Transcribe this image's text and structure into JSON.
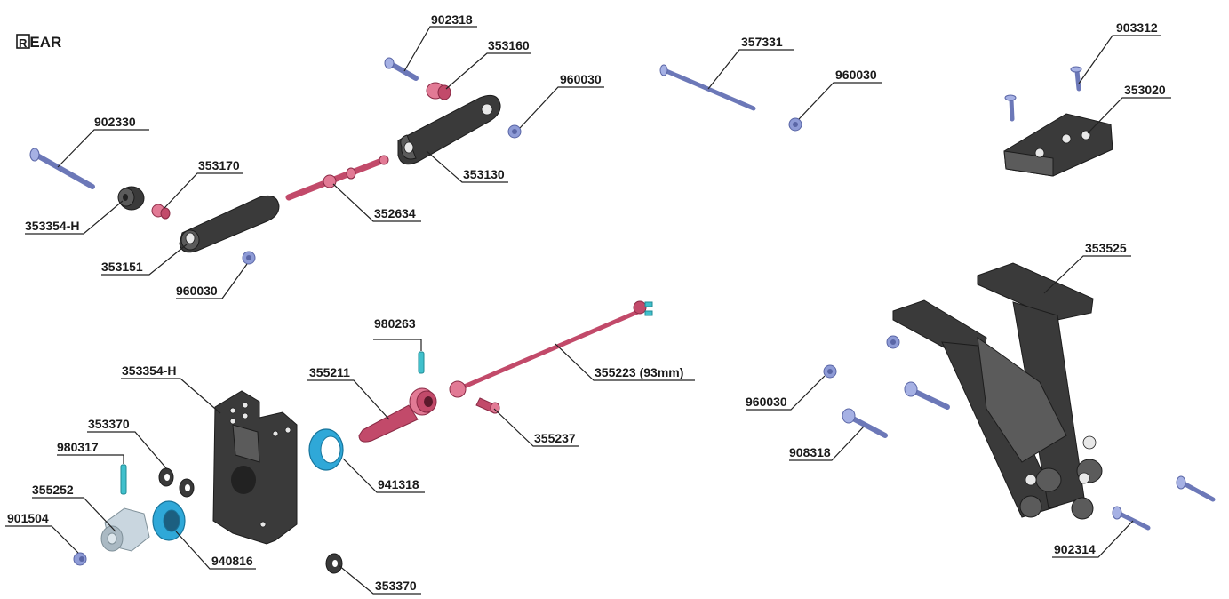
{
  "title": "REAR",
  "labels": {
    "l902318": "902318",
    "l353160": "353160",
    "l960030_a": "960030",
    "l357331": "357331",
    "l960030_b": "960030",
    "l903312": "903312",
    "l353020": "353020",
    "l902330": "902330",
    "l353170": "353170",
    "l353130": "353130",
    "l353354h_a": "353354-H",
    "l352634": "352634",
    "l353151": "353151",
    "l960030_c": "960030",
    "l353525": "353525",
    "l980263": "980263",
    "l355211": "355211",
    "l355223": "355223 (93mm)",
    "l353354h_b": "353354-H",
    "l353370_a": "353370",
    "l980317": "980317",
    "l355252": "355252",
    "l901504": "901504",
    "l941318": "941318",
    "l355237": "355237",
    "l940816": "940816",
    "l353370_b": "353370",
    "l960030_d": "960030",
    "l908318": "908318",
    "l902314": "902314"
  }
}
